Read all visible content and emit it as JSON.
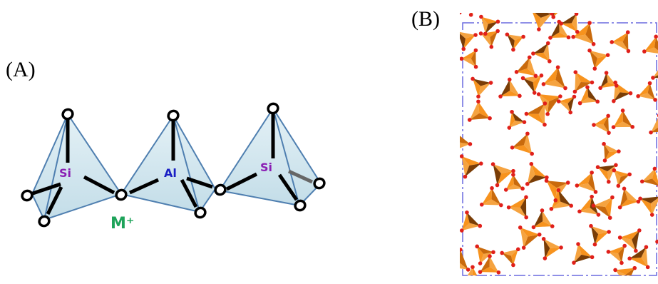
{
  "panels": {
    "a_label": "(A)",
    "b_label": "(B)"
  },
  "tetrahedra": {
    "left_atom": "Si",
    "center_atom": "Al",
    "right_atom": "Si",
    "cation": "M⁺"
  },
  "colors": {
    "si": "#8a1fb3",
    "al": "#1a1fc4",
    "cation": "#1ea35a",
    "face": "#cfe6ee",
    "edge": "#4f7fb0",
    "framework_light": "#f7931e",
    "framework_dark": "#7a3d06",
    "oxygen": "#e0201a",
    "cell": "#6a6adf"
  }
}
